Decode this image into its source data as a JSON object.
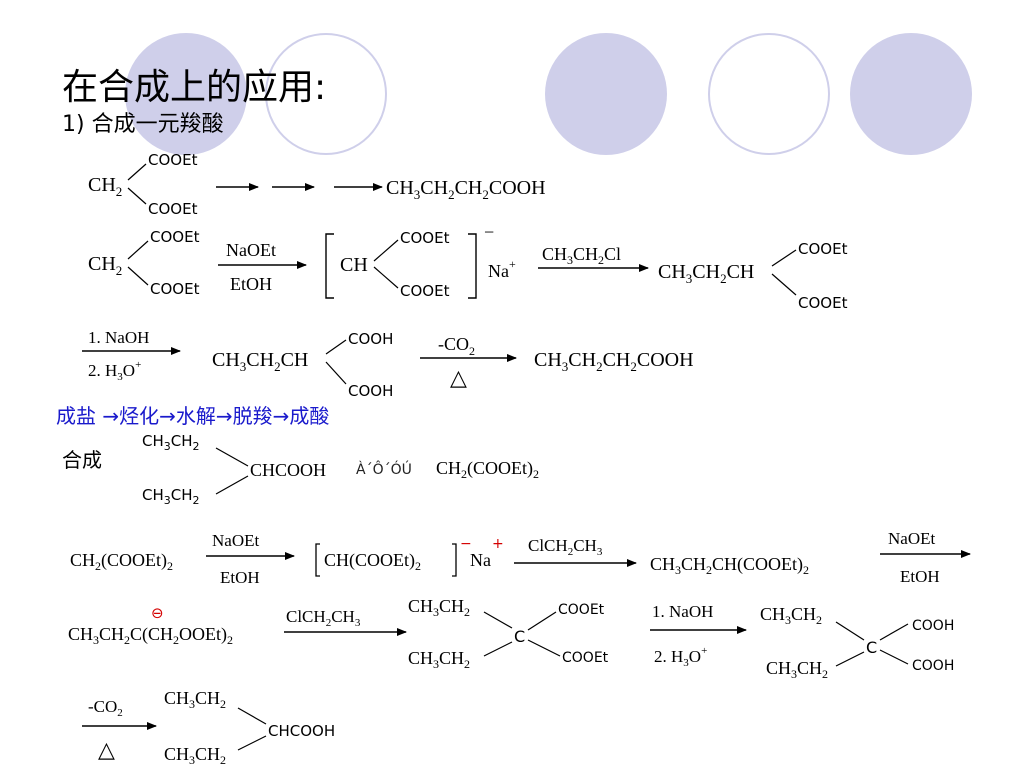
{
  "slide": {
    "title": "在合成上的应用:",
    "subtitle": "1) 合成一元羧酸",
    "steps": "成盐 →烃化→水解→脱羧→成酸",
    "synthesis_label": "合成"
  },
  "colors": {
    "decor_circle": "#cfcfea",
    "steps_text": "#1a1acc",
    "charge_red": "#d40000"
  },
  "reactions": {
    "row1": {
      "reactant_ch2": "CH",
      "sub2": "2",
      "ester_top": "COOEt",
      "ester_bottom": "COOEt",
      "product": [
        "CH",
        "3",
        "CH",
        "2",
        "CH",
        "2",
        "COOH"
      ]
    },
    "row2": {
      "reactant_ch2": "CH",
      "sub2": "2",
      "ester_top": "COOEt",
      "ester_bottom": "COOEt",
      "reagent_above": "NaOEt",
      "reagent_below": "EtOH",
      "anion_ch": "CH",
      "anion_ester_top": "COOEt",
      "anion_ester_bottom": "COOEt",
      "charge": "−",
      "cation": "Na",
      "cation_charge": "+",
      "alkylating_agent": [
        "CH",
        "3",
        "CH",
        "2",
        "Cl"
      ],
      "product_chain": [
        "CH",
        "3",
        "CH",
        "2",
        "CH"
      ],
      "product_ester_top": "COOEt",
      "product_ester_bottom": "COOEt"
    },
    "row3": {
      "reagent_1": "1. NaOH",
      "reagent_2_text": "2. H",
      "reagent_2_sub": "3",
      "reagent_2_rest": "O",
      "reagent_2_sup": "+",
      "acid_chain": [
        "CH",
        "3",
        "CH",
        "2",
        "CH"
      ],
      "acid_top": "COOH",
      "acid_bottom": "COOH",
      "decarbox_above": "-CO",
      "decarbox_sub": "2",
      "heat_symbol": "△",
      "product": [
        "CH",
        "3",
        "CH",
        "2",
        "CH",
        "2",
        "COOH"
      ]
    },
    "target": {
      "branch_top": [
        "CH",
        "3",
        "CH",
        "2"
      ],
      "branch_bottom": [
        "CH",
        "3",
        "CH",
        "2"
      ],
      "center": "CHCOOH",
      "garbled": "À´Ô´ÓÚ",
      "source": [
        "CH",
        "2",
        "(COOEt)",
        "2"
      ]
    },
    "row5": {
      "reactant": [
        "CH",
        "2",
        "(COOEt)",
        "2"
      ],
      "reagent_above": "NaOEt",
      "reagent_below": "EtOH",
      "anion": [
        "CH(COOEt)",
        "2"
      ],
      "charge": "−",
      "cation": "Na",
      "cation_charge": "+",
      "alkylating_agent": [
        "ClCH",
        "2",
        "CH",
        "3"
      ],
      "product": [
        "CH",
        "3",
        "CH",
        "2",
        "CH(COOEt)",
        "2"
      ],
      "reagent2_above": "NaOEt",
      "reagent2_below": "EtOH"
    },
    "row6": {
      "carbanion_symbol": "⊖",
      "carbanion": [
        "CH",
        "3",
        "CH",
        "2",
        "C(CH",
        "2",
        "OOEt)",
        "2"
      ],
      "alkylating_agent": [
        "ClCH",
        "2",
        "CH",
        "3"
      ],
      "diester_top": [
        "CH",
        "3",
        "CH",
        "2"
      ],
      "diester_bottom": [
        "CH",
        "3",
        "CH",
        "2"
      ],
      "diester_center": "C",
      "diester_ester_top": "COOEt",
      "diester_ester_bottom": "COOEt",
      "reagent_1": "1. NaOH",
      "reagent_2_text": "2. H",
      "reagent_2_sub": "3",
      "reagent_2_rest": "O",
      "reagent_2_sup": "+",
      "diacid_top": [
        "CH",
        "3",
        "CH",
        "2"
      ],
      "diacid_bottom": [
        "CH",
        "3",
        "CH",
        "2"
      ],
      "diacid_center": "C",
      "diacid_acid_top": "COOH",
      "diacid_acid_bottom": "COOH"
    },
    "row7": {
      "decarbox_above": "-CO",
      "decarbox_sub": "2",
      "heat_symbol": "△",
      "final_top": [
        "CH",
        "3",
        "CH",
        "2"
      ],
      "final_bottom": [
        "CH",
        "3",
        "CH",
        "2"
      ],
      "final_center": "CHCOOH"
    }
  }
}
